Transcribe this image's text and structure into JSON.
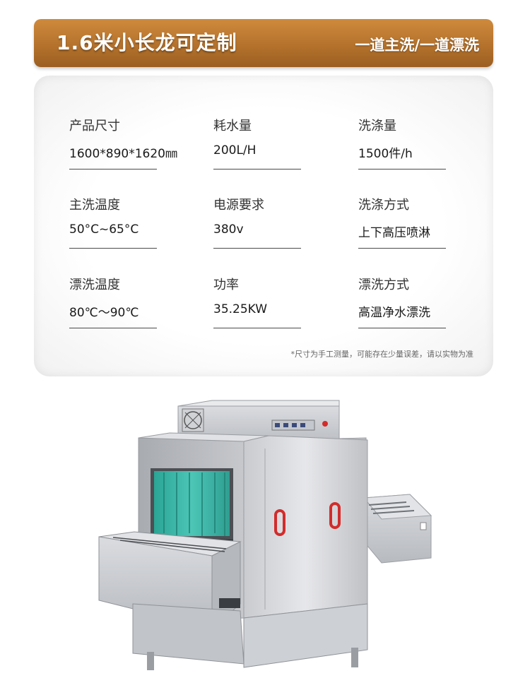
{
  "header": {
    "title": "1.6米小长龙可定制",
    "subtitle": "一道主洗/一道漂洗"
  },
  "specs": [
    {
      "label": "产品尺寸",
      "value": "1600*890*1620㎜"
    },
    {
      "label": "耗水量",
      "value": "200L/H"
    },
    {
      "label": "洗涤量",
      "value": "1500件/h"
    },
    {
      "label": "主洗温度",
      "value": "50°C~65°C"
    },
    {
      "label": "电源要求",
      "value": "380v"
    },
    {
      "label": "洗涤方式",
      "value": "上下高压喷淋"
    },
    {
      "label": "漂洗温度",
      "value": "80℃～90℃"
    },
    {
      "label": "功率",
      "value": "35.25KW"
    },
    {
      "label": "漂洗方式",
      "value": "高温净水漂洗"
    }
  ],
  "note": "*尺寸为手工测量，可能存在少量误差，请以实物为准",
  "colors": {
    "banner": "#b4722c",
    "curtain": "#3fb8a8",
    "indicator": "#d32b2b"
  }
}
